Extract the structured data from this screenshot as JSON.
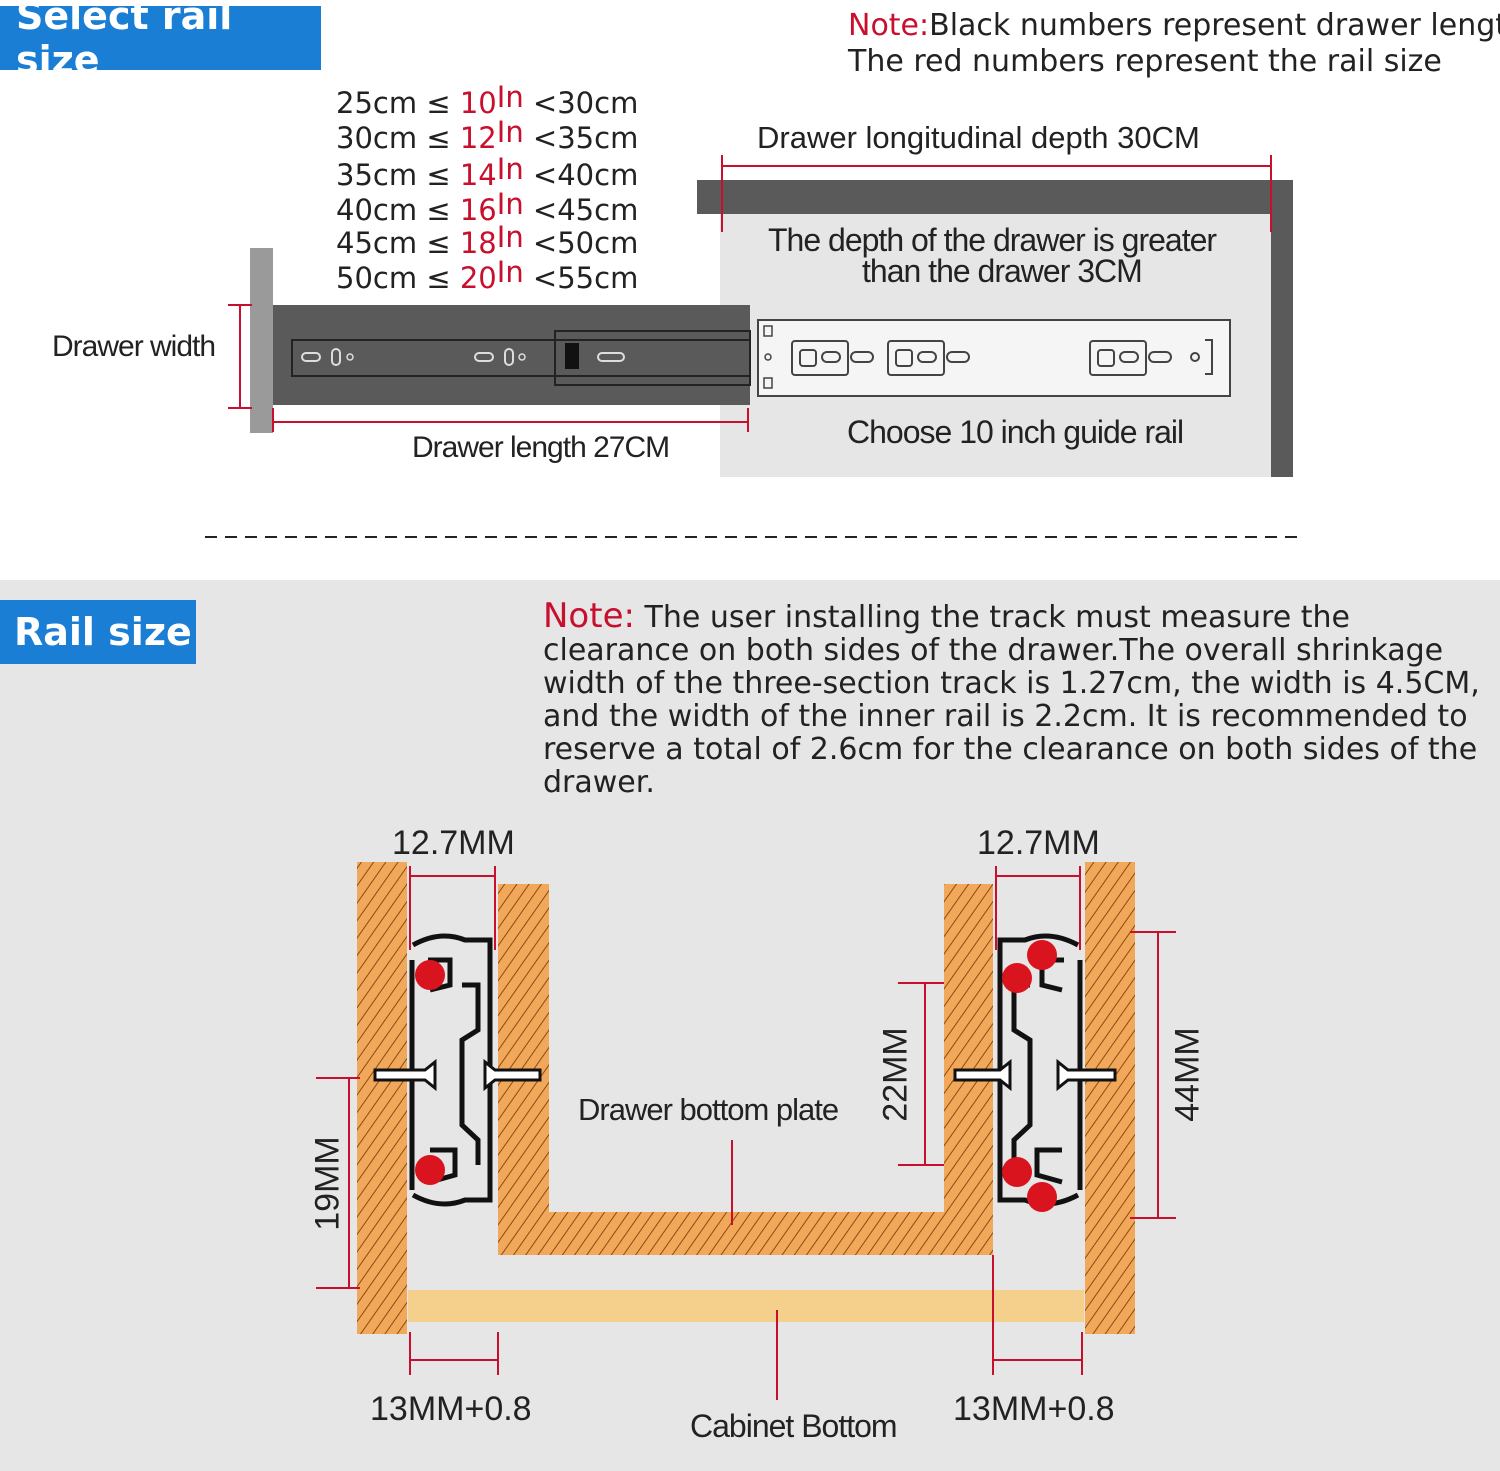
{
  "top_section": {
    "badge": "Select rail size",
    "note_label": "Note:",
    "note_line1": "Black numbers represent drawer length",
    "note_line2": "The red numbers represent the rail size",
    "size_table": [
      {
        "min": "25cm",
        "sym": "≤",
        "inch": "10",
        "unit": "In",
        "max": "<30cm"
      },
      {
        "min": "30cm",
        "sym": "≤",
        "inch": "12",
        "unit": "In",
        "max": "<35cm"
      },
      {
        "min": "35cm",
        "sym": "≤",
        "inch": "14",
        "unit": "In",
        "max": "<40cm"
      },
      {
        "min": "40cm",
        "sym": "≤",
        "inch": "16",
        "unit": "In",
        "max": "<45cm"
      },
      {
        "min": "45cm",
        "sym": "≤",
        "inch": "18",
        "unit": "In",
        "max": "<50cm"
      },
      {
        "min": "50cm",
        "sym": "≤",
        "inch": "20",
        "unit": "In",
        "max": "<55cm"
      }
    ],
    "depth_label": "Drawer longitudinal depth 30CM",
    "depth_note_line1": "The depth of the drawer is greater",
    "depth_note_line2": "than the drawer 3CM",
    "width_label": "Drawer width",
    "length_label": "Drawer length 27CM",
    "choose_label": "Choose 10 inch guide rail"
  },
  "bottom_section": {
    "badge": "Rail size",
    "note_label": "Note:",
    "note_text": "The user installing the track must measure the clearance on both sides of the drawer.The overall shrinkage width of the three-section track is 1.27cm, the width is 4.5CM, and the width of the inner rail is 2.2cm. It is recommended to reserve a total of 2.6cm for the clearance on both sides of the drawer.",
    "dim_left_top": "12.7MM",
    "dim_right_top": "12.7MM",
    "dim_left_side": "19MM",
    "dim_inner": "22MM",
    "dim_right_side": "44MM",
    "dim_left_bottom": "13MM+0.8",
    "dim_right_bottom": "13MM+0.8",
    "plate_label": "Drawer bottom plate",
    "cabinet_label": "Cabinet Bottom"
  },
  "colors": {
    "accent_blue": "#1a7fd4",
    "red": "#c8102e",
    "wood": "#f2a85a",
    "wood_light": "#f5d08c",
    "rail_dark": "#5a5a5a"
  }
}
